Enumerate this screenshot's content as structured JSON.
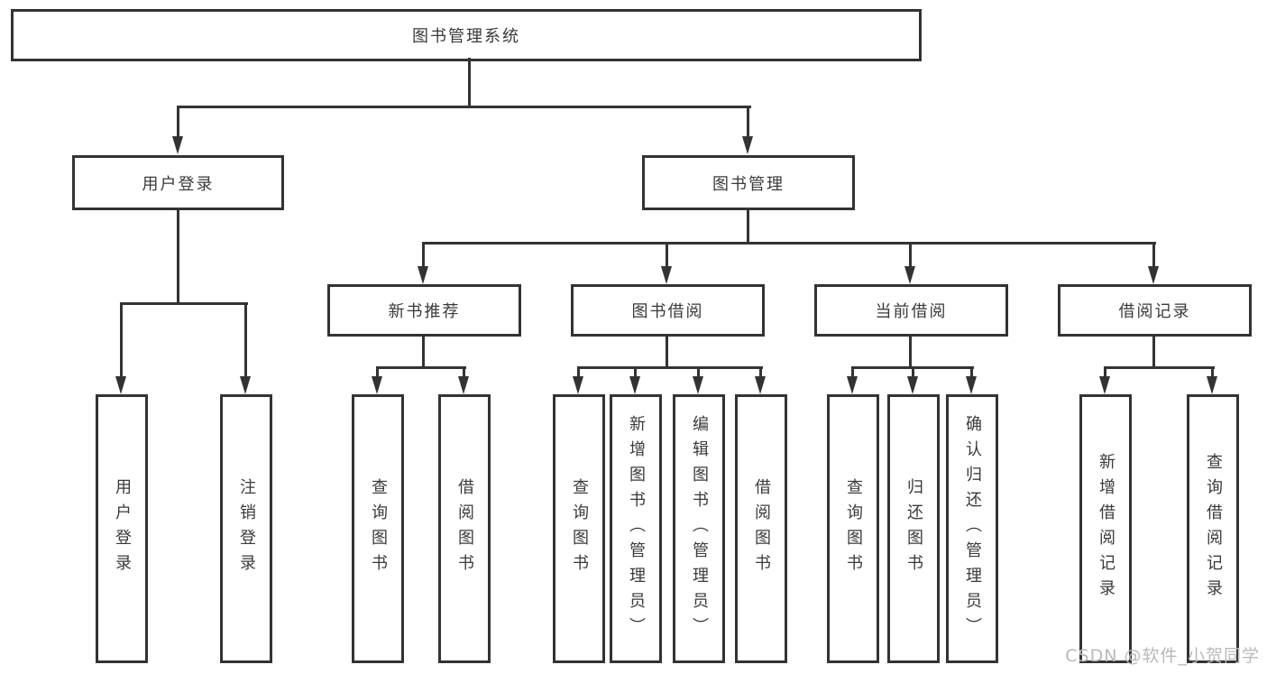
{
  "diagram": {
    "title_node": "root",
    "root": {
      "id": "library-management-system",
      "label": "图书管理系统"
    },
    "level2": [
      {
        "id": "user-login",
        "label": "用户登录",
        "parent": "library-management-system"
      },
      {
        "id": "book-management",
        "label": "图书管理",
        "parent": "library-management-system"
      }
    ],
    "level3": [
      {
        "id": "new-book-recommendation",
        "label": "新书推荐",
        "parent": "book-management"
      },
      {
        "id": "book-borrowing",
        "label": "图书借阅",
        "parent": "book-management"
      },
      {
        "id": "current-borrowing",
        "label": "当前借阅",
        "parent": "book-management"
      },
      {
        "id": "borrowing-records",
        "label": "借阅记录",
        "parent": "book-management"
      }
    ],
    "leaves": [
      {
        "id": "user-login-leaf",
        "label": "用户登录",
        "parent": "user-login"
      },
      {
        "id": "logout",
        "label": "注销登录",
        "parent": "user-login"
      },
      {
        "id": "query-books-recommend",
        "label": "查询图书",
        "parent": "new-book-recommendation"
      },
      {
        "id": "borrow-books-recommend",
        "label": "借阅图书",
        "parent": "new-book-recommendation"
      },
      {
        "id": "query-books-borrowing",
        "label": "查询图书",
        "parent": "book-borrowing"
      },
      {
        "id": "add-books-admin",
        "label": "新增图书（管理员）",
        "parent": "book-borrowing"
      },
      {
        "id": "edit-books-admin",
        "label": "编辑图书（管理员）",
        "parent": "book-borrowing"
      },
      {
        "id": "borrow-books-borrowing",
        "label": "借阅图书",
        "parent": "book-borrowing"
      },
      {
        "id": "query-books-current",
        "label": "查询图书",
        "parent": "current-borrowing"
      },
      {
        "id": "return-books",
        "label": "归还图书",
        "parent": "current-borrowing"
      },
      {
        "id": "confirm-return-admin",
        "label": "确认归还（管理员）",
        "parent": "current-borrowing"
      },
      {
        "id": "add-borrowing-record",
        "label": "新增借阅记录",
        "parent": "borrowing-records"
      },
      {
        "id": "query-borrowing-record",
        "label": "查询借阅记录",
        "parent": "borrowing-records"
      }
    ]
  },
  "watermark": {
    "text": "CSDN @软件_小贺同学",
    "color": "#b9b9b9"
  },
  "colors": {
    "line": "#333333",
    "border": "#333333",
    "text": "#3a3a3a",
    "background": "#ffffff"
  }
}
